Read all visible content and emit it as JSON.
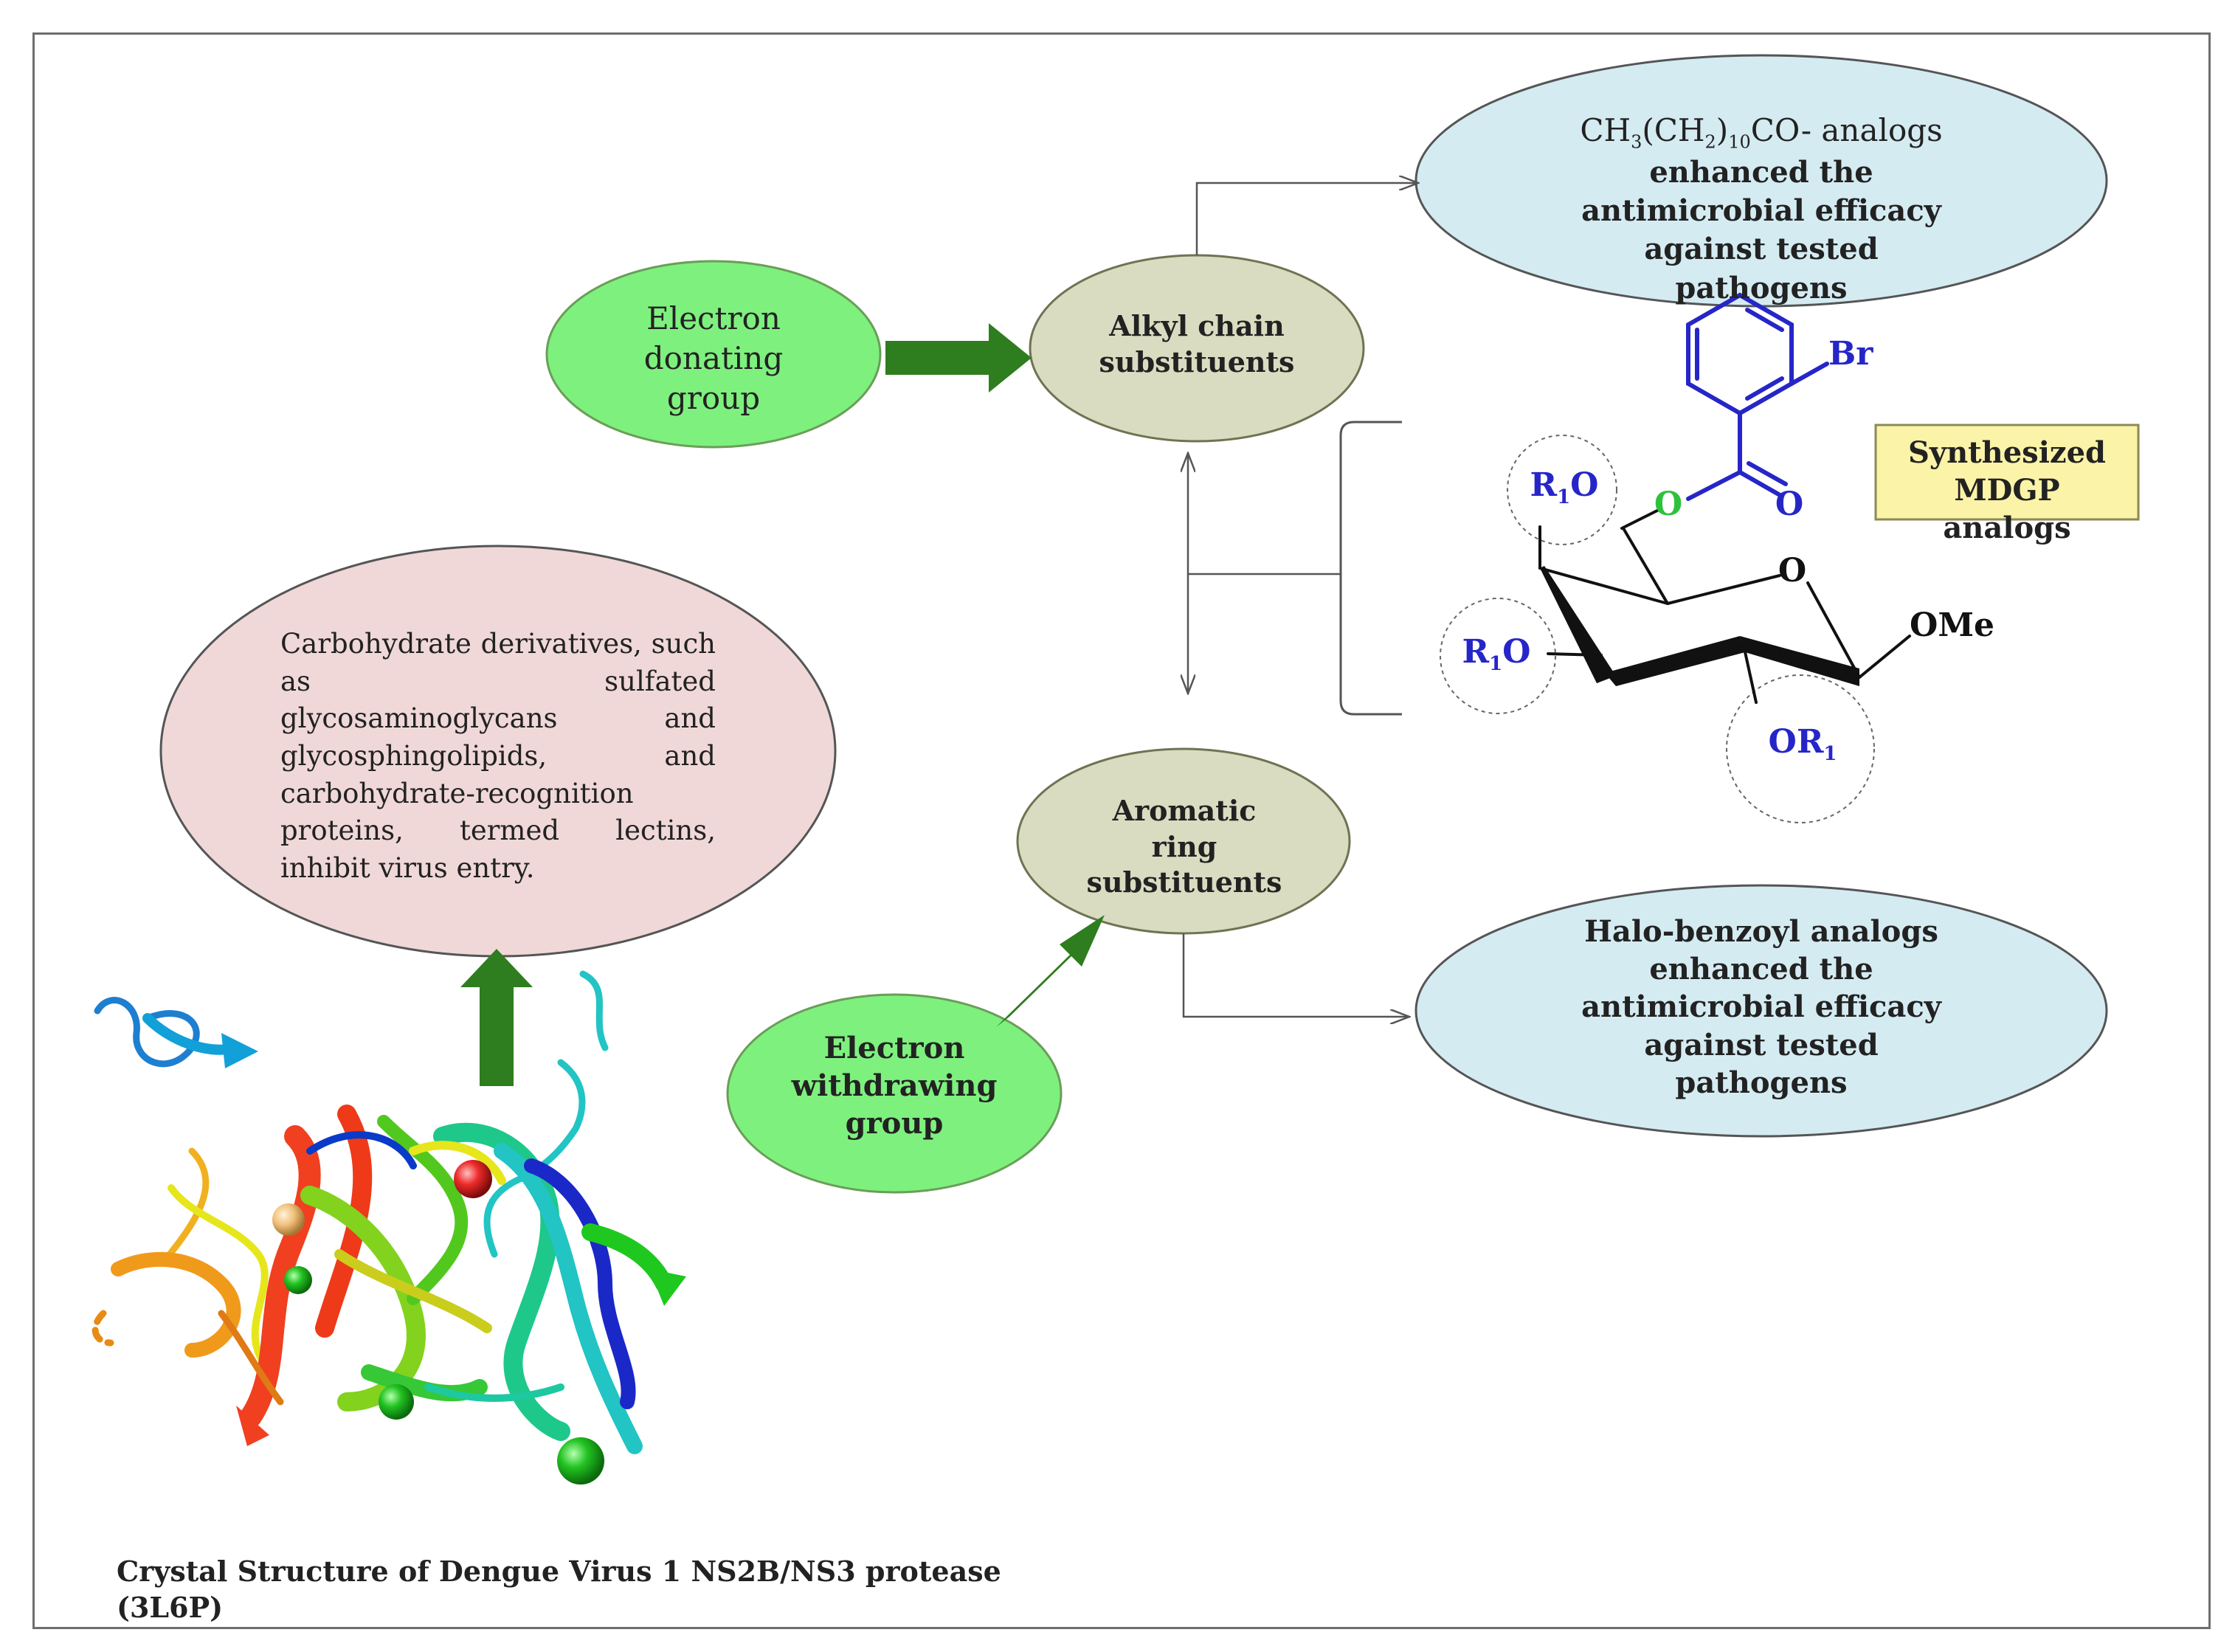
{
  "nodes": {
    "electron_donating": "Electron donating group",
    "alkyl_chain": "Alkyl chain substituents",
    "alkyl_result": {
      "line1_prefix": "CH",
      "line1_sub1": "3",
      "line1_mid": "(CH",
      "line1_sub2": "2",
      "line1_mid2": ")",
      "line1_sub3": "10",
      "line1_suffix": "CO-  analogs",
      "rest": "enhanced the antimicrobial efficacy against tested pathogens"
    },
    "carbohydrate_text": "Carbohydrate derivatives, such as sulfated glycosaminoglycans and glycosphingolipids, and carbohydrate-recognition proteins, termed lectins, inhibit virus entry.",
    "aromatic_ring": "Aromatic ring substituents",
    "electron_withdrawing": "Electron withdrawing group",
    "halo_result": "Halo-benzoyl analogs enhanced the antimicrobial efficacy against tested pathogens",
    "synthesized_box": "Synthesized MDGP analogs"
  },
  "molecule": {
    "br": "Br",
    "o_ester": "O",
    "o_carbonyl": "O",
    "o_ring": "O",
    "ome": "OMe",
    "r1o_top": "R",
    "r1o_top_sub": "1",
    "r1o_top_o": "O",
    "r1o_left": "R",
    "r1o_left_sub": "1",
    "r1o_left_o": "O",
    "or1_bottom": "OR",
    "or1_bottom_sub": "1"
  },
  "caption": "Crystal Structure of Dengue Virus 1 NS2B/NS3 protease (3L6P)",
  "colors": {
    "green_ellipse": "#7ef07e",
    "olive_ellipse": "#d9dcc0",
    "blue_ellipse": "#d5ebf2",
    "pink_ellipse": "#f0d8d8",
    "yellow_box": "#fbf3a7",
    "arrow_green": "#2e7d1e",
    "blue_text": "#2626c8",
    "green_text": "#2ec23c"
  }
}
